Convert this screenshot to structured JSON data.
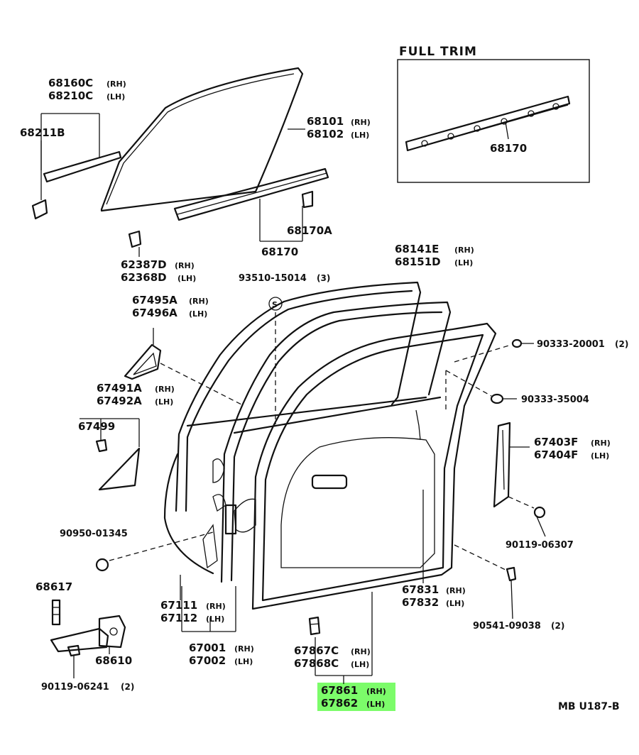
{
  "full_trim_title": "FULL TRIM",
  "diagram_code": "MB U187-B",
  "highlight_color": "#7CFC6A",
  "labels": {
    "p68160C": "68160C",
    "s68160C": "(RH)",
    "p68210C": "68210C",
    "s68210C": "(LH)",
    "p68211B": "68211B",
    "p68101": "68101",
    "s68101": "(RH)",
    "p68102": "68102",
    "s68102": "(LH)",
    "p68170_trim": "68170",
    "p68170A": "68170A",
    "p68170": "68170",
    "p62387D": "62387D",
    "s62387D": "(RH)",
    "p62368D": "62368D",
    "s62368D": "(LH)",
    "p93510": "93510-15014",
    "s93510": "(3)",
    "p68141E": "68141E",
    "s68141E": "(RH)",
    "p68151D": "68151D",
    "s68151D": "(LH)",
    "p67495A": "67495A",
    "s67495A": "(RH)",
    "p67496A": "67496A",
    "s67496A": "(LH)",
    "p90333_20001": "90333-20001",
    "s90333_20001": "(2)",
    "p67491A": "67491A",
    "s67491A": "(RH)",
    "p67492A": "67492A",
    "s67492A": "(LH)",
    "p90333_35004": "90333-35004",
    "p67499": "67499",
    "p67403F": "67403F",
    "s67403F": "(RH)",
    "p67404F": "67404F",
    "s67404F": "(LH)",
    "p90950": "90950-01345",
    "p90119_06307": "90119-06307",
    "p68617": "68617",
    "p67831": "67831",
    "s67831": "(RH)",
    "p67832": "67832",
    "s67832": "(LH)",
    "p67111": "67111",
    "s67111": "(RH)",
    "p67112": "67112",
    "s67112": "(LH)",
    "p90541": "90541-09038",
    "s90541": "(2)",
    "p68610": "68610",
    "p67001": "67001",
    "s67001": "(RH)",
    "p67002": "67002",
    "s67002": "(LH)",
    "p67867C": "67867C",
    "s67867C": "(RH)",
    "p67868C": "67868C",
    "s67868C": "(LH)",
    "p90119_06241": "90119-06241",
    "s90119_06241": "(2)",
    "p67861": "67861",
    "s67861": "(RH)",
    "p67862": "67862",
    "s67862": "(LH)"
  }
}
